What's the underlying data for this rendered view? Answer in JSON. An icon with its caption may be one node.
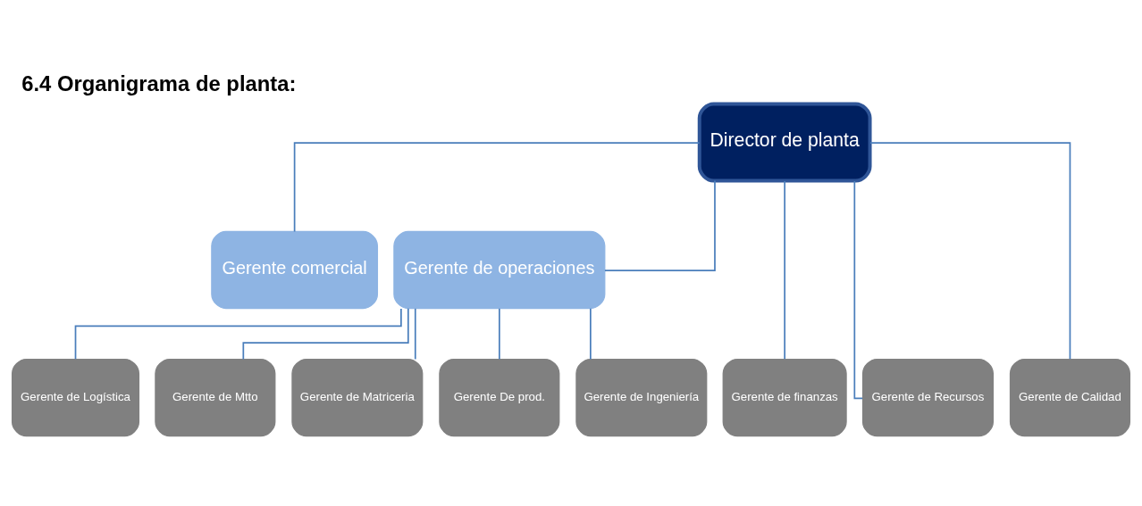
{
  "diagram": {
    "title": "6.4 Organigrama de planta:",
    "nodes": [
      {
        "text": [
          "Director de planta"
        ]
      },
      {
        "text": [
          "Gerente comercial"
        ]
      },
      {
        "text": [
          "Gerente de operaciones"
        ]
      },
      {
        "text": [
          "Gerente de finanzas"
        ]
      },
      {
        "text": [
          "Gerente de Recursos"
        ]
      },
      {
        "text": [
          "Gerente de Calidad"
        ]
      },
      {
        "text": [
          "Gerente de Logística"
        ]
      },
      {
        "text": [
          "Gerente de Mtto"
        ]
      },
      {
        "text": [
          "Gerente de Matriceria"
        ]
      },
      {
        "text": [
          "Gerente De prod."
        ]
      },
      {
        "text": [
          "Gerente de Ingeniería"
        ]
      }
    ],
    "edges": [
      {
        "from": 0,
        "to": 3,
        "arrow": "none"
      },
      {
        "from": 0,
        "to": 4,
        "arrow": "none"
      },
      {
        "from": 0,
        "to": 5,
        "arrow": "none"
      },
      {
        "from": 0,
        "to": 1,
        "arrow": "none"
      },
      {
        "from": 0,
        "to": 2,
        "arrow": "none"
      },
      {
        "from": 2,
        "to": 6,
        "arrow": "none"
      },
      {
        "from": 2,
        "to": 7,
        "arrow": "none"
      },
      {
        "from": 2,
        "to": 8,
        "arrow": "none"
      },
      {
        "from": 2,
        "to": 9,
        "arrow": "none"
      },
      {
        "from": 2,
        "to": 10,
        "arrow": "none"
      }
    ]
  }
}
